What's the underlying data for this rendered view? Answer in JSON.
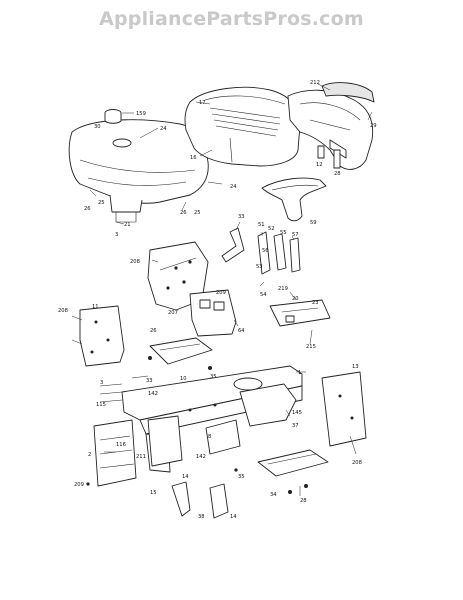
{
  "watermark": "AppliancePartsPros.com",
  "callouts": [
    {
      "id": "159",
      "text": "159"
    },
    {
      "id": "30",
      "text": "30"
    },
    {
      "id": "24a",
      "text": "24"
    },
    {
      "id": "17",
      "text": "17"
    },
    {
      "id": "212",
      "text": "212"
    },
    {
      "id": "29",
      "text": "29"
    },
    {
      "id": "16",
      "text": "16"
    },
    {
      "id": "12",
      "text": "12"
    },
    {
      "id": "28a",
      "text": "28"
    },
    {
      "id": "26a",
      "text": "26"
    },
    {
      "id": "25a",
      "text": "25"
    },
    {
      "id": "26b",
      "text": "26"
    },
    {
      "id": "25b",
      "text": "25"
    },
    {
      "id": "24b",
      "text": "24"
    },
    {
      "id": "21",
      "text": "21"
    },
    {
      "id": "3a",
      "text": "3"
    },
    {
      "id": "59",
      "text": "59"
    },
    {
      "id": "33",
      "text": "33"
    },
    {
      "id": "51",
      "text": "51"
    },
    {
      "id": "52",
      "text": "52"
    },
    {
      "id": "55",
      "text": "55"
    },
    {
      "id": "57",
      "text": "57"
    },
    {
      "id": "56",
      "text": "56"
    },
    {
      "id": "53",
      "text": "53"
    },
    {
      "id": "208a",
      "text": "208"
    },
    {
      "id": "54",
      "text": "54"
    },
    {
      "id": "219",
      "text": "219"
    },
    {
      "id": "20",
      "text": "20"
    },
    {
      "id": "23",
      "text": "23"
    },
    {
      "id": "209",
      "text": "209"
    },
    {
      "id": "207",
      "text": "207"
    },
    {
      "id": "64",
      "text": "64"
    },
    {
      "id": "11",
      "text": "11"
    },
    {
      "id": "208b",
      "text": "208"
    },
    {
      "id": "215",
      "text": "215"
    },
    {
      "id": "26c",
      "text": "26"
    },
    {
      "id": "35a",
      "text": "35"
    },
    {
      "id": "33b",
      "text": "33"
    },
    {
      "id": "10",
      "text": "10"
    },
    {
      "id": "1",
      "text": "1"
    },
    {
      "id": "13",
      "text": "13"
    },
    {
      "id": "3b",
      "text": "3"
    },
    {
      "id": "115",
      "text": "115"
    },
    {
      "id": "142a",
      "text": "142"
    },
    {
      "id": "145",
      "text": "145"
    },
    {
      "id": "37",
      "text": "37"
    },
    {
      "id": "116",
      "text": "116"
    },
    {
      "id": "2",
      "text": "2"
    },
    {
      "id": "211",
      "text": "211"
    },
    {
      "id": "142b",
      "text": "142"
    },
    {
      "id": "8",
      "text": "8"
    },
    {
      "id": "35b",
      "text": "35"
    },
    {
      "id": "209b",
      "text": "209"
    },
    {
      "id": "15",
      "text": "15"
    },
    {
      "id": "14a",
      "text": "14"
    },
    {
      "id": "38",
      "text": "38"
    },
    {
      "id": "14b",
      "text": "14"
    },
    {
      "id": "34",
      "text": "34"
    },
    {
      "id": "28b",
      "text": "28"
    },
    {
      "id": "208c",
      "text": "208"
    }
  ]
}
